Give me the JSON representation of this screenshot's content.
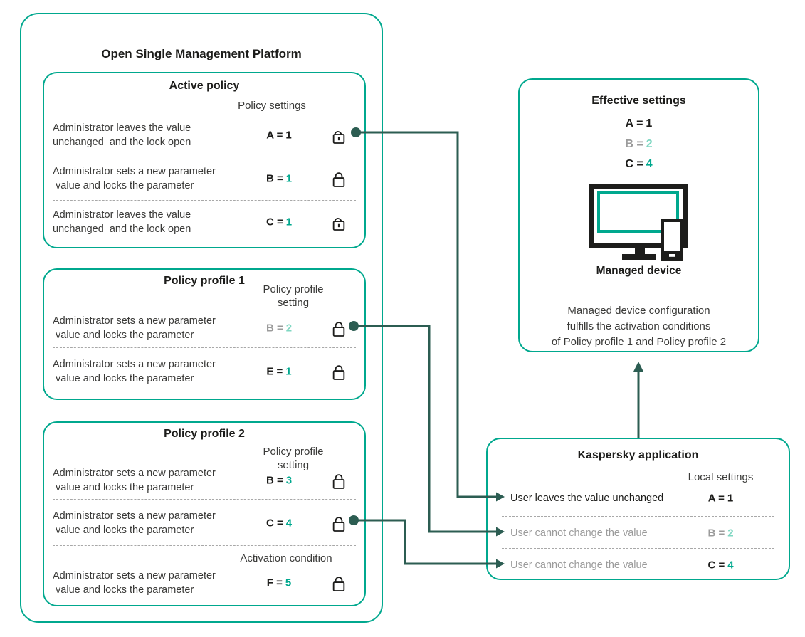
{
  "colors": {
    "teal": "#00A88E",
    "ink": "#1D1D1B",
    "body_text": "#3A3A38",
    "gray": "#9B9B9B",
    "pale_teal": "#7FD7C2",
    "connector": "#2C5D52",
    "dash": "#A8A8A8"
  },
  "platform": {
    "title": "Open Single Management Platform"
  },
  "active_policy": {
    "title": "Active policy",
    "column_header": "Policy settings",
    "rows": [
      {
        "text": "Administrator leaves the value\nunchanged  and the lock open",
        "value": {
          "label": "A =",
          "num": "1",
          "label_color": "black",
          "num_color": "black"
        },
        "lock": "open"
      },
      {
        "text": "Administrator sets a new parameter\n value and locks the parameter",
        "value": {
          "label": "B =",
          "num": "1",
          "label_color": "black",
          "num_color": "teal"
        },
        "lock": "closed"
      },
      {
        "text": "Administrator leaves the value\nunchanged  and the lock open",
        "value": {
          "label": "C =",
          "num": "1",
          "label_color": "black",
          "num_color": "teal"
        },
        "lock": "open"
      }
    ]
  },
  "policy_profile_1": {
    "title": "Policy profile 1",
    "column_header": "Policy profile\nsetting",
    "rows": [
      {
        "text": "Administrator sets a new parameter\n value and locks the parameter",
        "value": {
          "label": "B =",
          "num": "2",
          "label_color": "gray",
          "num_color": "pale"
        },
        "lock": "closed"
      },
      {
        "text": "Administrator sets a new parameter\n value and locks the parameter",
        "value": {
          "label": "E =",
          "num": "1",
          "label_color": "black",
          "num_color": "teal"
        },
        "lock": "closed"
      }
    ]
  },
  "policy_profile_2": {
    "title": "Policy profile 2",
    "column_header": "Policy profile\nsetting",
    "activation_header": "Activation condition",
    "rows": [
      {
        "text": "Administrator sets a new parameter\n value and locks the parameter",
        "value": {
          "label": "B =",
          "num": "3",
          "label_color": "black",
          "num_color": "teal"
        },
        "lock": "closed"
      },
      {
        "text": "Administrator sets a new parameter\n value and locks the parameter",
        "value": {
          "label": "C =",
          "num": "4",
          "label_color": "black",
          "num_color": "teal"
        },
        "lock": "closed"
      },
      {
        "text": "Administrator sets a new parameter\n value and locks the parameter",
        "value": {
          "label": "F =",
          "num": "5",
          "label_color": "black",
          "num_color": "teal"
        },
        "lock": "closed"
      }
    ]
  },
  "effective_settings": {
    "title": "Effective settings",
    "values": [
      {
        "label": "A =",
        "num": "1",
        "label_color": "black",
        "num_color": "black"
      },
      {
        "label": "B =",
        "num": "2",
        "label_color": "gray",
        "num_color": "pale"
      },
      {
        "label": "C =",
        "num": "4",
        "label_color": "black",
        "num_color": "teal"
      }
    ],
    "device_label": "Managed device",
    "note": "Managed device configuration\nfulfills the activation conditions\nof Policy profile 1 and Policy profile 2"
  },
  "kaspersky_application": {
    "title": "Kaspersky application",
    "column_header": "Local settings",
    "rows": [
      {
        "text": "User leaves the value unchanged",
        "text_color": "black",
        "value": {
          "label": "A =",
          "num": "1",
          "label_color": "black",
          "num_color": "black"
        }
      },
      {
        "text": "User cannot change the value",
        "text_color": "gray",
        "value": {
          "label": "B =",
          "num": "2",
          "label_color": "gray",
          "num_color": "pale"
        }
      },
      {
        "text": "User cannot change the value",
        "text_color": "gray",
        "value": {
          "label": "C =",
          "num": "4",
          "label_color": "black",
          "num_color": "teal"
        }
      }
    ]
  }
}
